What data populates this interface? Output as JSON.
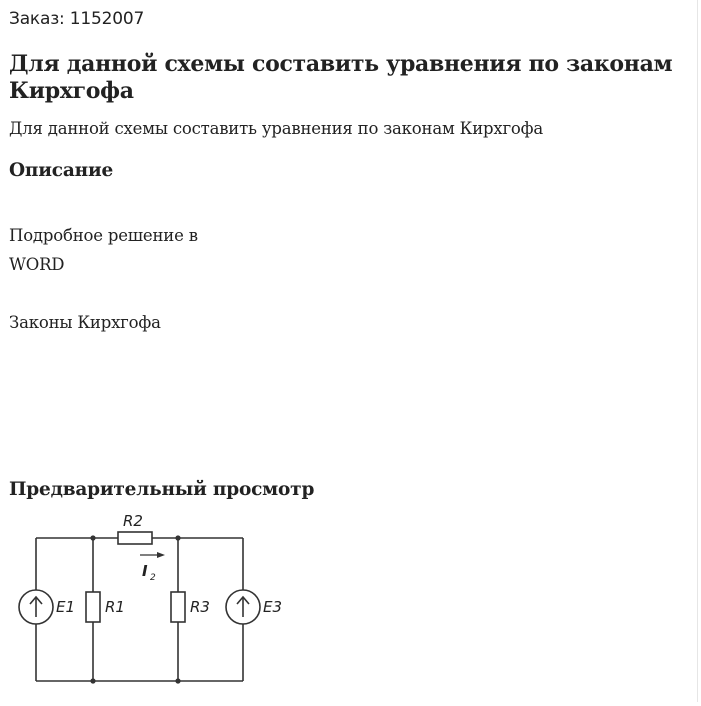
{
  "order": {
    "label": "Заказ: 1152007"
  },
  "title": "Для данной схемы составить уравнения по законам Кирхгофа",
  "subtitle": "Для данной схемы составить уравнения по законам Кирхгофа",
  "description": {
    "heading": "Описание",
    "line1": "Подробное решение в",
    "line2": "WORD",
    "line3": "Законы Кирхгофа"
  },
  "preview": {
    "heading": "Предварительный просмотр",
    "labels": {
      "r2": "R2",
      "i2": "I",
      "i2_sub": "2",
      "e1": "E1",
      "r1": "R1",
      "r3": "R3",
      "e3": "E3"
    }
  }
}
